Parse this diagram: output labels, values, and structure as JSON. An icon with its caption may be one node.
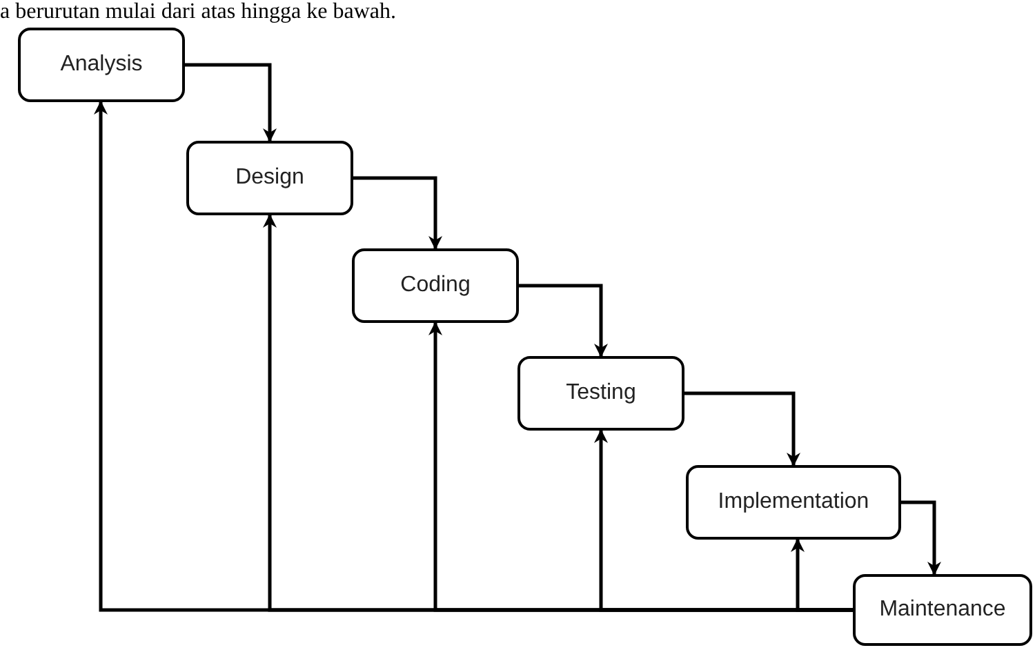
{
  "diagram": {
    "nodes": [
      {
        "text": [
          "Analysis"
        ]
      },
      {
        "text": [
          "Design"
        ]
      },
      {
        "text": [
          "Coding"
        ]
      },
      {
        "text": [
          "Testing"
        ]
      },
      {
        "text": [
          "Implementation"
        ]
      },
      {
        "text": [
          "Maintenance"
        ]
      }
    ],
    "edges": [
      {
        "from": 0,
        "to": 1,
        "arrow": "to"
      },
      {
        "from": 1,
        "to": 2,
        "arrow": "to"
      },
      {
        "from": 2,
        "to": 3,
        "arrow": "to"
      },
      {
        "from": 3,
        "to": 4,
        "arrow": "to"
      },
      {
        "from": 4,
        "to": 5,
        "arrow": "to"
      },
      {
        "from": 5,
        "to": 0,
        "arrow": "to"
      },
      {
        "from": 5,
        "to": 1,
        "arrow": "to"
      },
      {
        "from": 5,
        "to": 2,
        "arrow": "to"
      },
      {
        "from": 5,
        "to": 3,
        "arrow": "to"
      },
      {
        "from": 5,
        "to": 4,
        "arrow": "to"
      }
    ],
    "labels": [
      "a berurutan mulai dari atas hingga ke bawah."
    ]
  }
}
